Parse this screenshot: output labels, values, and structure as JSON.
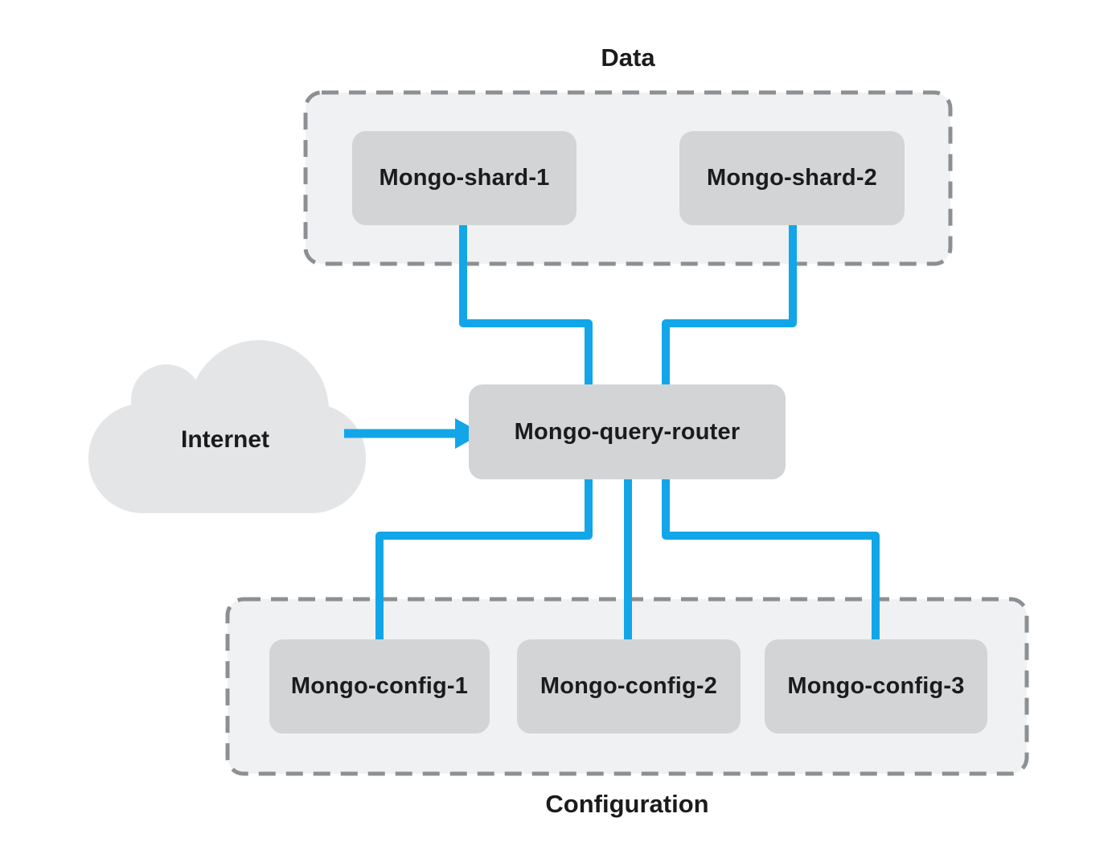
{
  "colors": {
    "accent": "#12A6E8",
    "node_fill": "#D2D4D5",
    "group_fill": "#F0F1F2",
    "group_border": "#8C9093",
    "cloud_fill": "#E4E5E7",
    "text": "#1B1B1B"
  },
  "internet": {
    "label": "Internet"
  },
  "router": {
    "label": "Mongo-query-router"
  },
  "groups": {
    "data": {
      "label": "Data",
      "nodes": [
        {
          "label": "Mongo-shard-1"
        },
        {
          "label": "Mongo-shard-2"
        }
      ]
    },
    "configuration": {
      "label": "Configuration",
      "nodes": [
        {
          "label": "Mongo-config-1"
        },
        {
          "label": "Mongo-config-2"
        },
        {
          "label": "Mongo-config-3"
        }
      ]
    }
  },
  "edges": [
    {
      "from": "Internet",
      "to": "Mongo-query-router"
    },
    {
      "from": "Mongo-shard-1",
      "to": "Mongo-query-router"
    },
    {
      "from": "Mongo-shard-2",
      "to": "Mongo-query-router"
    },
    {
      "from": "Mongo-query-router",
      "to": "Mongo-config-1"
    },
    {
      "from": "Mongo-query-router",
      "to": "Mongo-config-2"
    },
    {
      "from": "Mongo-query-router",
      "to": "Mongo-config-3"
    }
  ]
}
